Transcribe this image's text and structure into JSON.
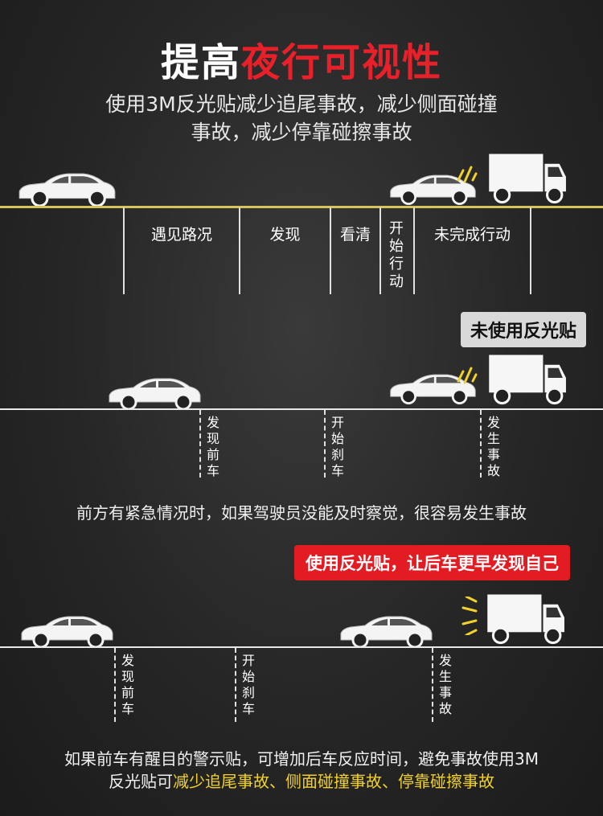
{
  "header": {
    "title_prefix": "提高",
    "title_highlight": "夜行可视性",
    "subtitle_line1": "使用3M反光贴减少追尾事故，减少侧面碰撞",
    "subtitle_line2": "事故，减少停靠碰擦事故"
  },
  "timeline": {
    "segments": [
      "遇见路况",
      "发现",
      "看清",
      "开始行动",
      "未完成行动"
    ]
  },
  "scenario_no_sticker": {
    "tag": "未使用反光贴",
    "markers": [
      "发现前车",
      "开始刹车",
      "发生事故"
    ],
    "note": "前方有紧急情况时，如果驾驶员没能及时察觉，很容易发生事故"
  },
  "scenario_with_sticker": {
    "tag": "使用反光贴，让后车更早发现自己",
    "markers": [
      "发现前车",
      "开始刹车",
      "发生事故"
    ]
  },
  "footer": {
    "line1": "如果前车有醒目的警示贴，可增加后车反应时间，避免事故使用3M",
    "line2_prefix": "反光贴可",
    "line2_highlight": "减少追尾事故、侧面碰撞事故、停靠碰擦事故"
  },
  "colors": {
    "accent_red": "#e31b23",
    "highlight_yellow": "#f2d12c",
    "road_yellow": "#d8c35a"
  }
}
